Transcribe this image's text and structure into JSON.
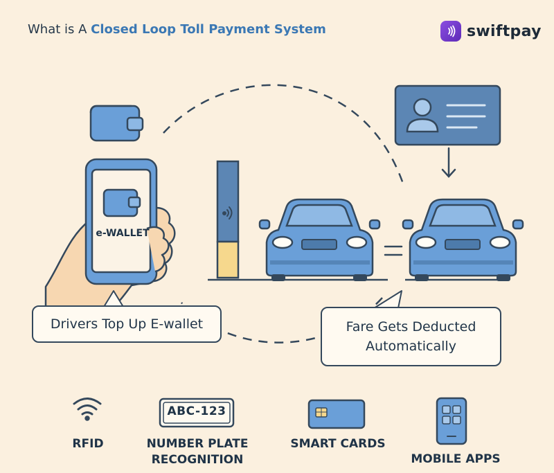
{
  "header": {
    "title_prefix": "What is A ",
    "title_highlight": "Closed Loop Toll Payment System"
  },
  "brand": {
    "name": "swiftpay",
    "icon": "nfc-wave-icon",
    "color": "#7a3fd6"
  },
  "diagram": {
    "wallet_label": "e-WALLET",
    "steps": [
      {
        "label": "Drivers Top Up E-wallet"
      },
      {
        "label": "Fare Gets Deducted Automatically"
      }
    ]
  },
  "technologies": [
    {
      "label": "RFID",
      "icon": "rfid-wave-icon"
    },
    {
      "label": "NUMBER PLATE RECOGNITION",
      "plate_text": "ABC-123",
      "icon": "license-plate-icon"
    },
    {
      "label": "SMART CARDS",
      "icon": "smart-card-icon"
    },
    {
      "label": "MOBILE APPS",
      "icon": "mobile-app-icon"
    }
  ],
  "colors": {
    "background": "#fbf0df",
    "blue": "#6a9fd8",
    "outline": "#34485c",
    "accent": "#3b78b4",
    "yellow": "#f6d88d"
  }
}
